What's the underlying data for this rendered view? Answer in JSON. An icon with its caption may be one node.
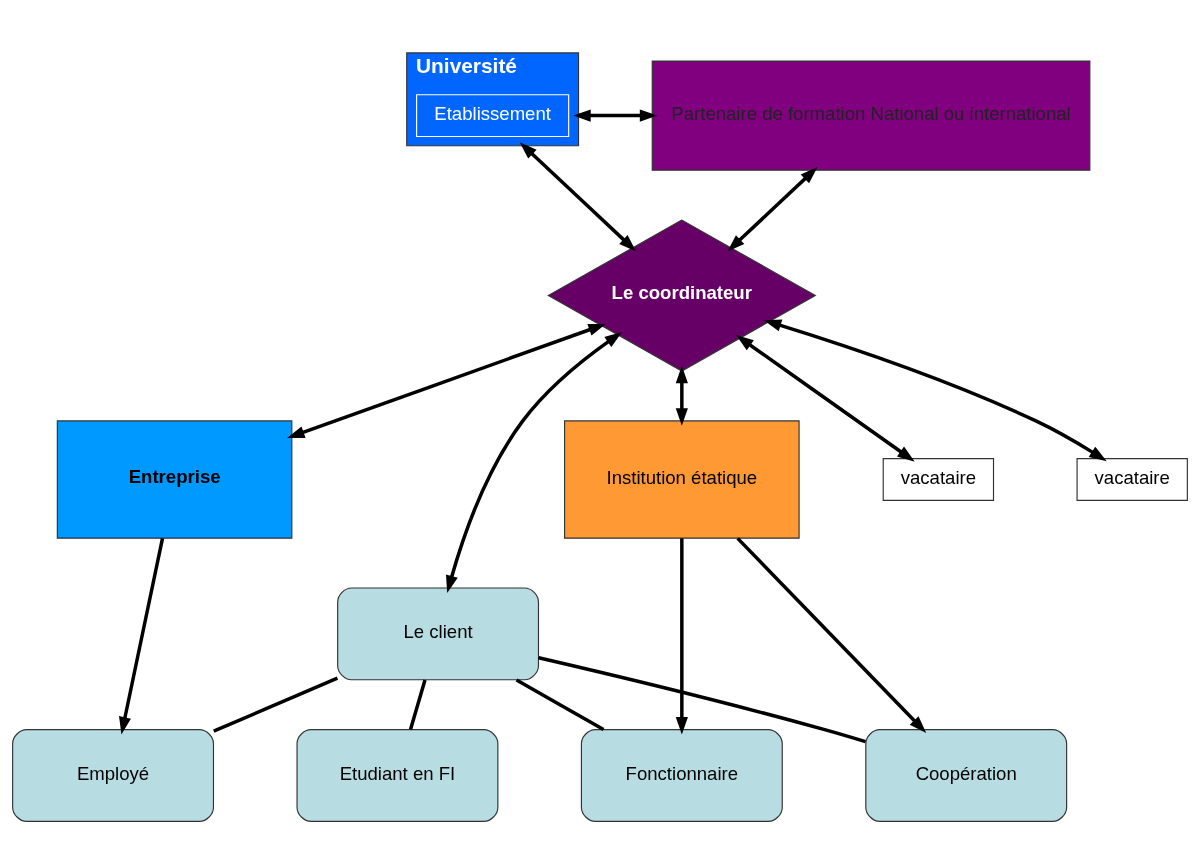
{
  "diagram": {
    "nodes": [
      {
        "text": [
          "Université"
        ]
      },
      {
        "text": [
          "Etablissement"
        ],
        "in": 0
      },
      {
        "text": [
          "Partenaire de formation National ou international"
        ]
      },
      {
        "text": [
          "Le coordinateur"
        ]
      },
      {
        "text": [
          "Entreprise"
        ]
      },
      {
        "text": [
          "vacataire"
        ]
      },
      {
        "text": [
          "vacataire"
        ]
      },
      {
        "text": [
          "Institution étatique"
        ]
      },
      {
        "text": [
          "Le client"
        ]
      },
      {
        "text": [
          "Employé"
        ]
      },
      {
        "text": [
          "Etudiant en FI"
        ]
      },
      {
        "text": [
          "Fonctionnaire"
        ]
      },
      {
        "text": [
          "Coopération"
        ]
      }
    ],
    "edges": [
      {
        "from": 0,
        "to": 2,
        "arrow": "both"
      },
      {
        "from": 0,
        "to": 3,
        "arrow": "both"
      },
      {
        "from": 2,
        "to": 3,
        "arrow": "both"
      },
      {
        "from": 3,
        "to": 4,
        "arrow": "both"
      },
      {
        "from": 3,
        "to": 5,
        "arrow": "both"
      },
      {
        "from": 3,
        "to": 8,
        "arrow": "both"
      },
      {
        "from": 3,
        "to": 6,
        "arrow": "both"
      },
      {
        "from": 3,
        "to": 7,
        "arrow": "both"
      },
      {
        "from": 4,
        "to": 9,
        "arrow": "to"
      },
      {
        "from": 7,
        "to": 11,
        "arrow": "to"
      },
      {
        "from": 7,
        "to": 12,
        "arrow": "to"
      },
      {
        "from": 8,
        "to": 9,
        "arrow": "none"
      },
      {
        "from": 8,
        "to": 10,
        "arrow": "none"
      },
      {
        "from": 8,
        "to": 11,
        "arrow": "none"
      },
      {
        "from": 8,
        "to": 12,
        "arrow": "none"
      }
    ]
  }
}
